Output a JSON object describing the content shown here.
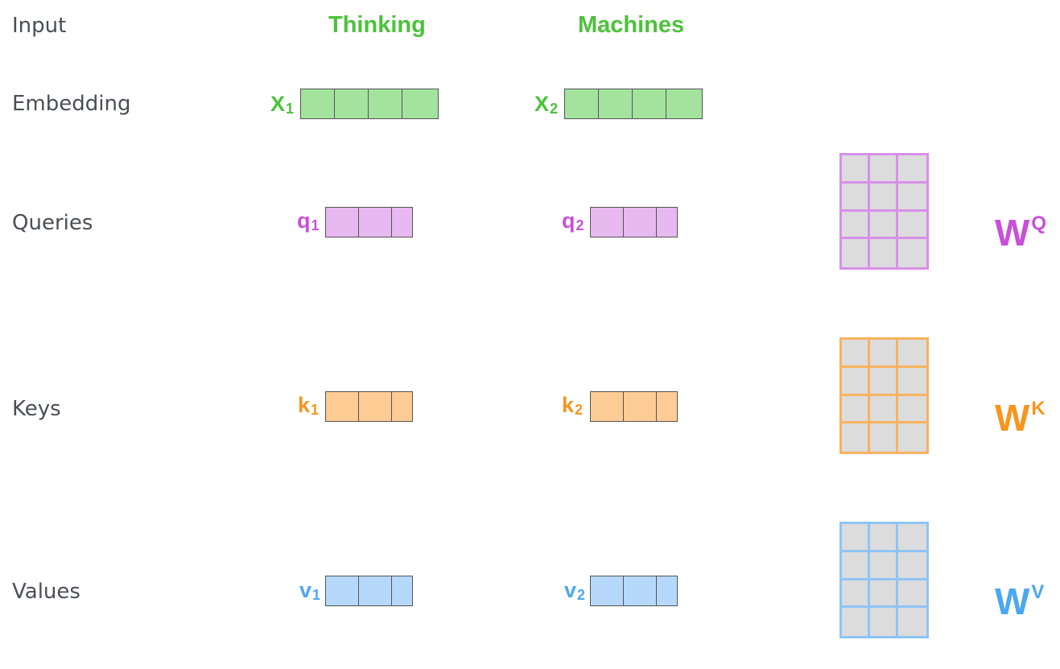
{
  "rows": {
    "input": "Input",
    "embedding": "Embedding",
    "queries": "Queries",
    "keys": "Keys",
    "values": "Values"
  },
  "words": [
    "Thinking",
    "Machines"
  ],
  "vectors": {
    "embedding": {
      "letter": "X",
      "subs": [
        "1",
        "2"
      ]
    },
    "queries": {
      "letter": "q",
      "subs": [
        "1",
        "2"
      ]
    },
    "keys": {
      "letter": "k",
      "subs": [
        "1",
        "2"
      ]
    },
    "values": {
      "letter": "v",
      "subs": [
        "1",
        "2"
      ]
    }
  },
  "weights": {
    "queries": {
      "letter": "W",
      "sup": "Q"
    },
    "keys": {
      "letter": "W",
      "sup": "K"
    },
    "values": {
      "letter": "W",
      "sup": "V"
    }
  },
  "colors": {
    "text": "#4a4f55",
    "green": "#4cc23b",
    "green_fill": "#a3e39e",
    "purple": "#c94fd8",
    "purple_fill": "#e8b8f0",
    "purple_border": "#d890e8",
    "orange": "#f7951d",
    "orange_fill": "#fdcb94",
    "orange_border": "#f8b25f",
    "blue": "#4aa8ef",
    "blue_fill": "#b6d9fb",
    "blue_border": "#8fc4f6",
    "matrix_fill": "#dcdcdc"
  }
}
